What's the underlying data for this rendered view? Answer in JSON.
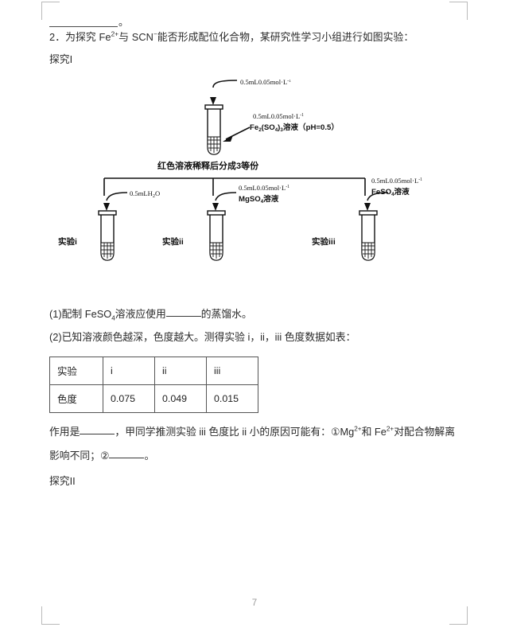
{
  "document": {
    "page_number": "7",
    "lead_blank_end": "。"
  },
  "question": {
    "number": "2",
    "stem_parts": {
      "prefix": "2．为探究 Fe",
      "fe_charge": "2+",
      "mid": "与 SCN",
      "scn_charge": "−",
      "suffix": "能否形成配位化合物，某研究性学习小组进行如图实验："
    },
    "full_stem": "2．为探究 Fe2+与 SCN−能否形成配位化合物，某研究性学习小组进行如图实验：",
    "section_1_label": "探究I",
    "section_2_label": "探究II"
  },
  "diagram": {
    "top_tube": {
      "arrow_label_top": {
        "volume": "0.5mL",
        "concentration": "0.05mol·L",
        "exponent": "-1"
      },
      "arrow_label_bottom_line1": {
        "volume": "0.5mL",
        "concentration": "0.05mol·L",
        "exponent": "-1"
      },
      "arrow_label_bottom_line2": {
        "formula_pre": "Fe",
        "formula_sub1": "2",
        "formula_mid": "(SO",
        "formula_sub2": "4",
        "formula_mid2": ")",
        "formula_sub3": "3",
        "formula_post": "溶液（pH=0.5）"
      }
    },
    "split_label": "红色溶液稀释后分成3等份",
    "branches": [
      {
        "experiment_label": "实验i",
        "reagent_line1": "0.5mLH",
        "reagent_sub": "2",
        "reagent_line1_post": "O",
        "reagent_line2": "",
        "has_concentration": false
      },
      {
        "experiment_label": "实验ii",
        "reagent_line1": "0.5mL0.05mol·L",
        "reagent_exponent": "-1",
        "reagent_line2_pre": "MgSO",
        "reagent_line2_sub": "4",
        "reagent_line2_post": "溶液",
        "has_concentration": true
      },
      {
        "experiment_label": "实验iii",
        "reagent_line1": "0.5mL0.05mol·L",
        "reagent_exponent": "-1",
        "reagent_line2_pre": "FeSO",
        "reagent_line2_sub": "4",
        "reagent_line2_post": "溶液",
        "has_concentration": true
      }
    ]
  },
  "sub_questions": {
    "q1": {
      "prefix": "(1)配制 FeSO",
      "sub": "4",
      "suffix_before_blank": "溶液应使用",
      "suffix_after_blank": "的蒸馏水。"
    },
    "q2": {
      "text": "(2)已知溶液颜色越深，色度越大。测得实验 i，ii，iii 色度数据如表："
    }
  },
  "table": {
    "row_header_1": "实验",
    "row_header_2": "色度",
    "experiments": [
      "i",
      "ii",
      "iii"
    ],
    "values": [
      "0.075",
      "0.049",
      "0.015"
    ]
  },
  "tail": {
    "line1_pre": "作用是",
    "line1_mid": "，甲同学推测实验 iii 色度比 ii 小的原因可能有：①Mg",
    "line1_sup1": "2+",
    "line1_mid2": "和 Fe",
    "line1_sup2": "2+",
    "line1_post": "对配合物解离",
    "line2_pre": "影响不同；②",
    "line2_post": "。"
  },
  "chart_data": {
    "type": "table",
    "title": "实验 i、ii、iii 色度数据",
    "categories": [
      "i",
      "ii",
      "iii"
    ],
    "values": [
      0.075,
      0.049,
      0.015
    ],
    "xlabel": "实验",
    "ylabel": "色度"
  }
}
